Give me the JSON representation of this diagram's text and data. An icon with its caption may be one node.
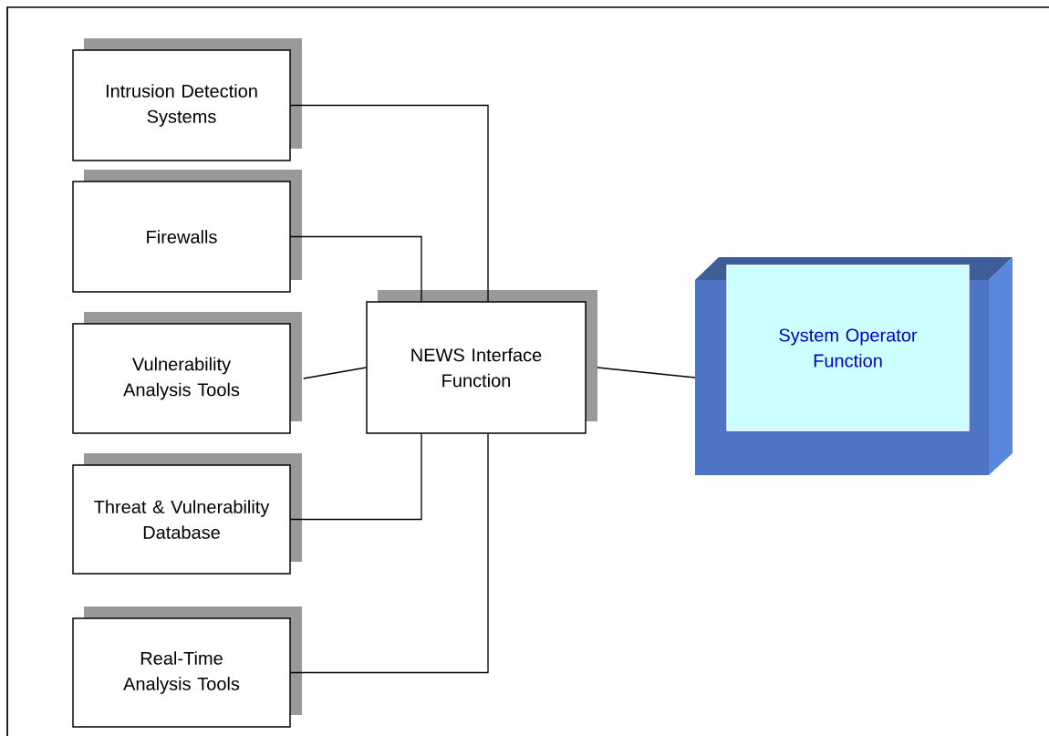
{
  "diagram": {
    "nodes": [
      {
        "text": [
          "Intrusion Detection Systems"
        ]
      },
      {
        "text": [
          "Firewalls"
        ]
      },
      {
        "text": [
          "Vulnerability Analysis Tools"
        ]
      },
      {
        "text": [
          "Threat & Vulnerability Database"
        ]
      },
      {
        "text": [
          "Real-Time Analysis Tools"
        ]
      },
      {
        "text": [
          "NEWS Interface Function"
        ]
      },
      {
        "text": [
          "System Operator Function"
        ]
      }
    ],
    "edges": [
      {
        "from": 0,
        "to": 5,
        "arrow": "none"
      },
      {
        "from": 1,
        "to": 5,
        "arrow": "none"
      },
      {
        "from": 2,
        "to": 5,
        "arrow": "none"
      },
      {
        "from": 3,
        "to": 5,
        "arrow": "none"
      },
      {
        "from": 4,
        "to": 5,
        "arrow": "none"
      },
      {
        "from": 5,
        "to": 6,
        "arrow": "none"
      }
    ]
  }
}
